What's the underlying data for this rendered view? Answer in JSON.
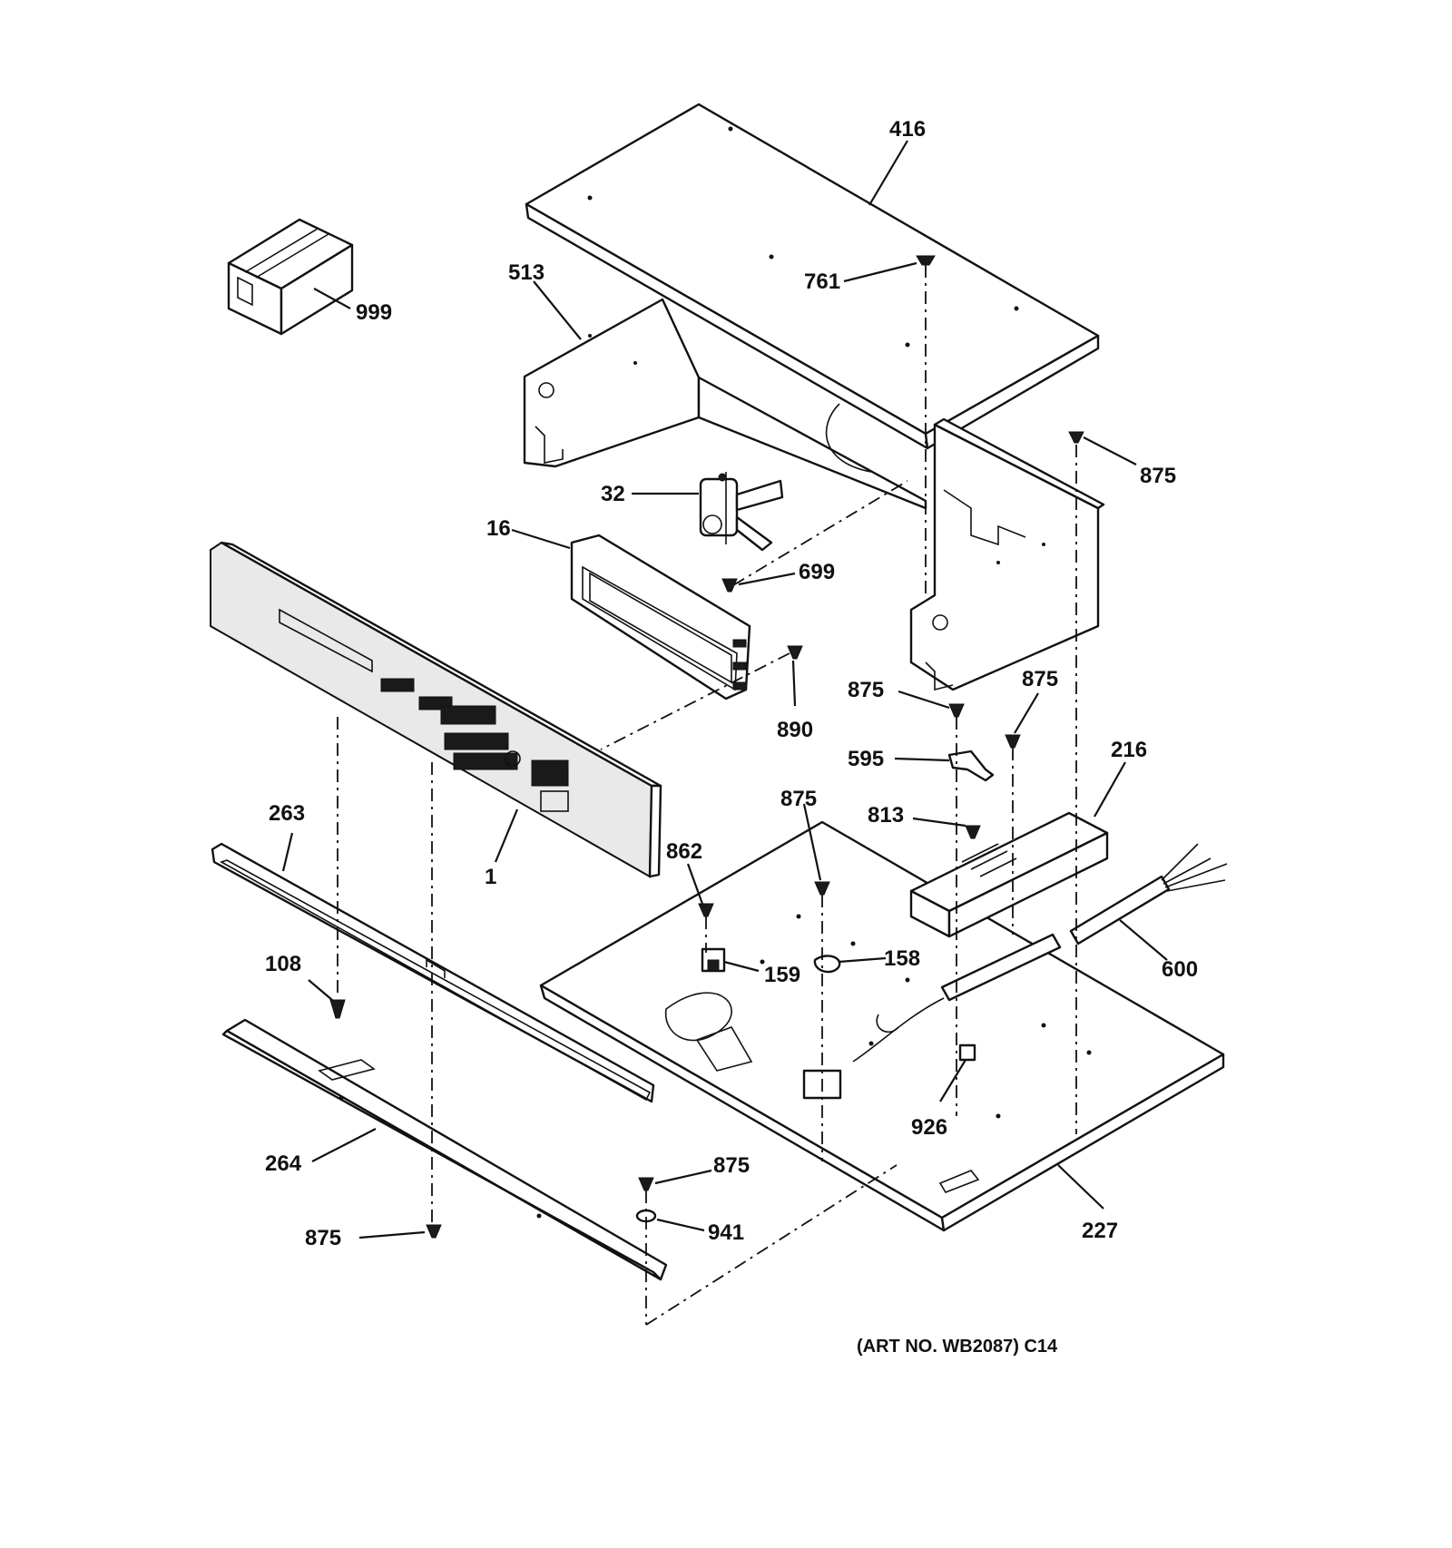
{
  "callouts": {
    "c416": "416",
    "c513": "513",
    "c761": "761",
    "c999": "999",
    "c875_top": "875",
    "c32": "32",
    "c16": "16",
    "c699": "699",
    "c890": "890",
    "c875_mid_left": "875",
    "c875_mid_right": "875",
    "c595": "595",
    "c216": "216",
    "c263": "263",
    "c1": "1",
    "c875_base": "875",
    "c813": "813",
    "c862": "862",
    "c158": "158",
    "c159": "159",
    "c600": "600",
    "c108": "108",
    "c926": "926",
    "c264": "264",
    "c875_lower": "875",
    "c941": "941",
    "c227": "227",
    "c875_bottom": "875"
  },
  "caption": "(ART NO. WB2087) C14"
}
